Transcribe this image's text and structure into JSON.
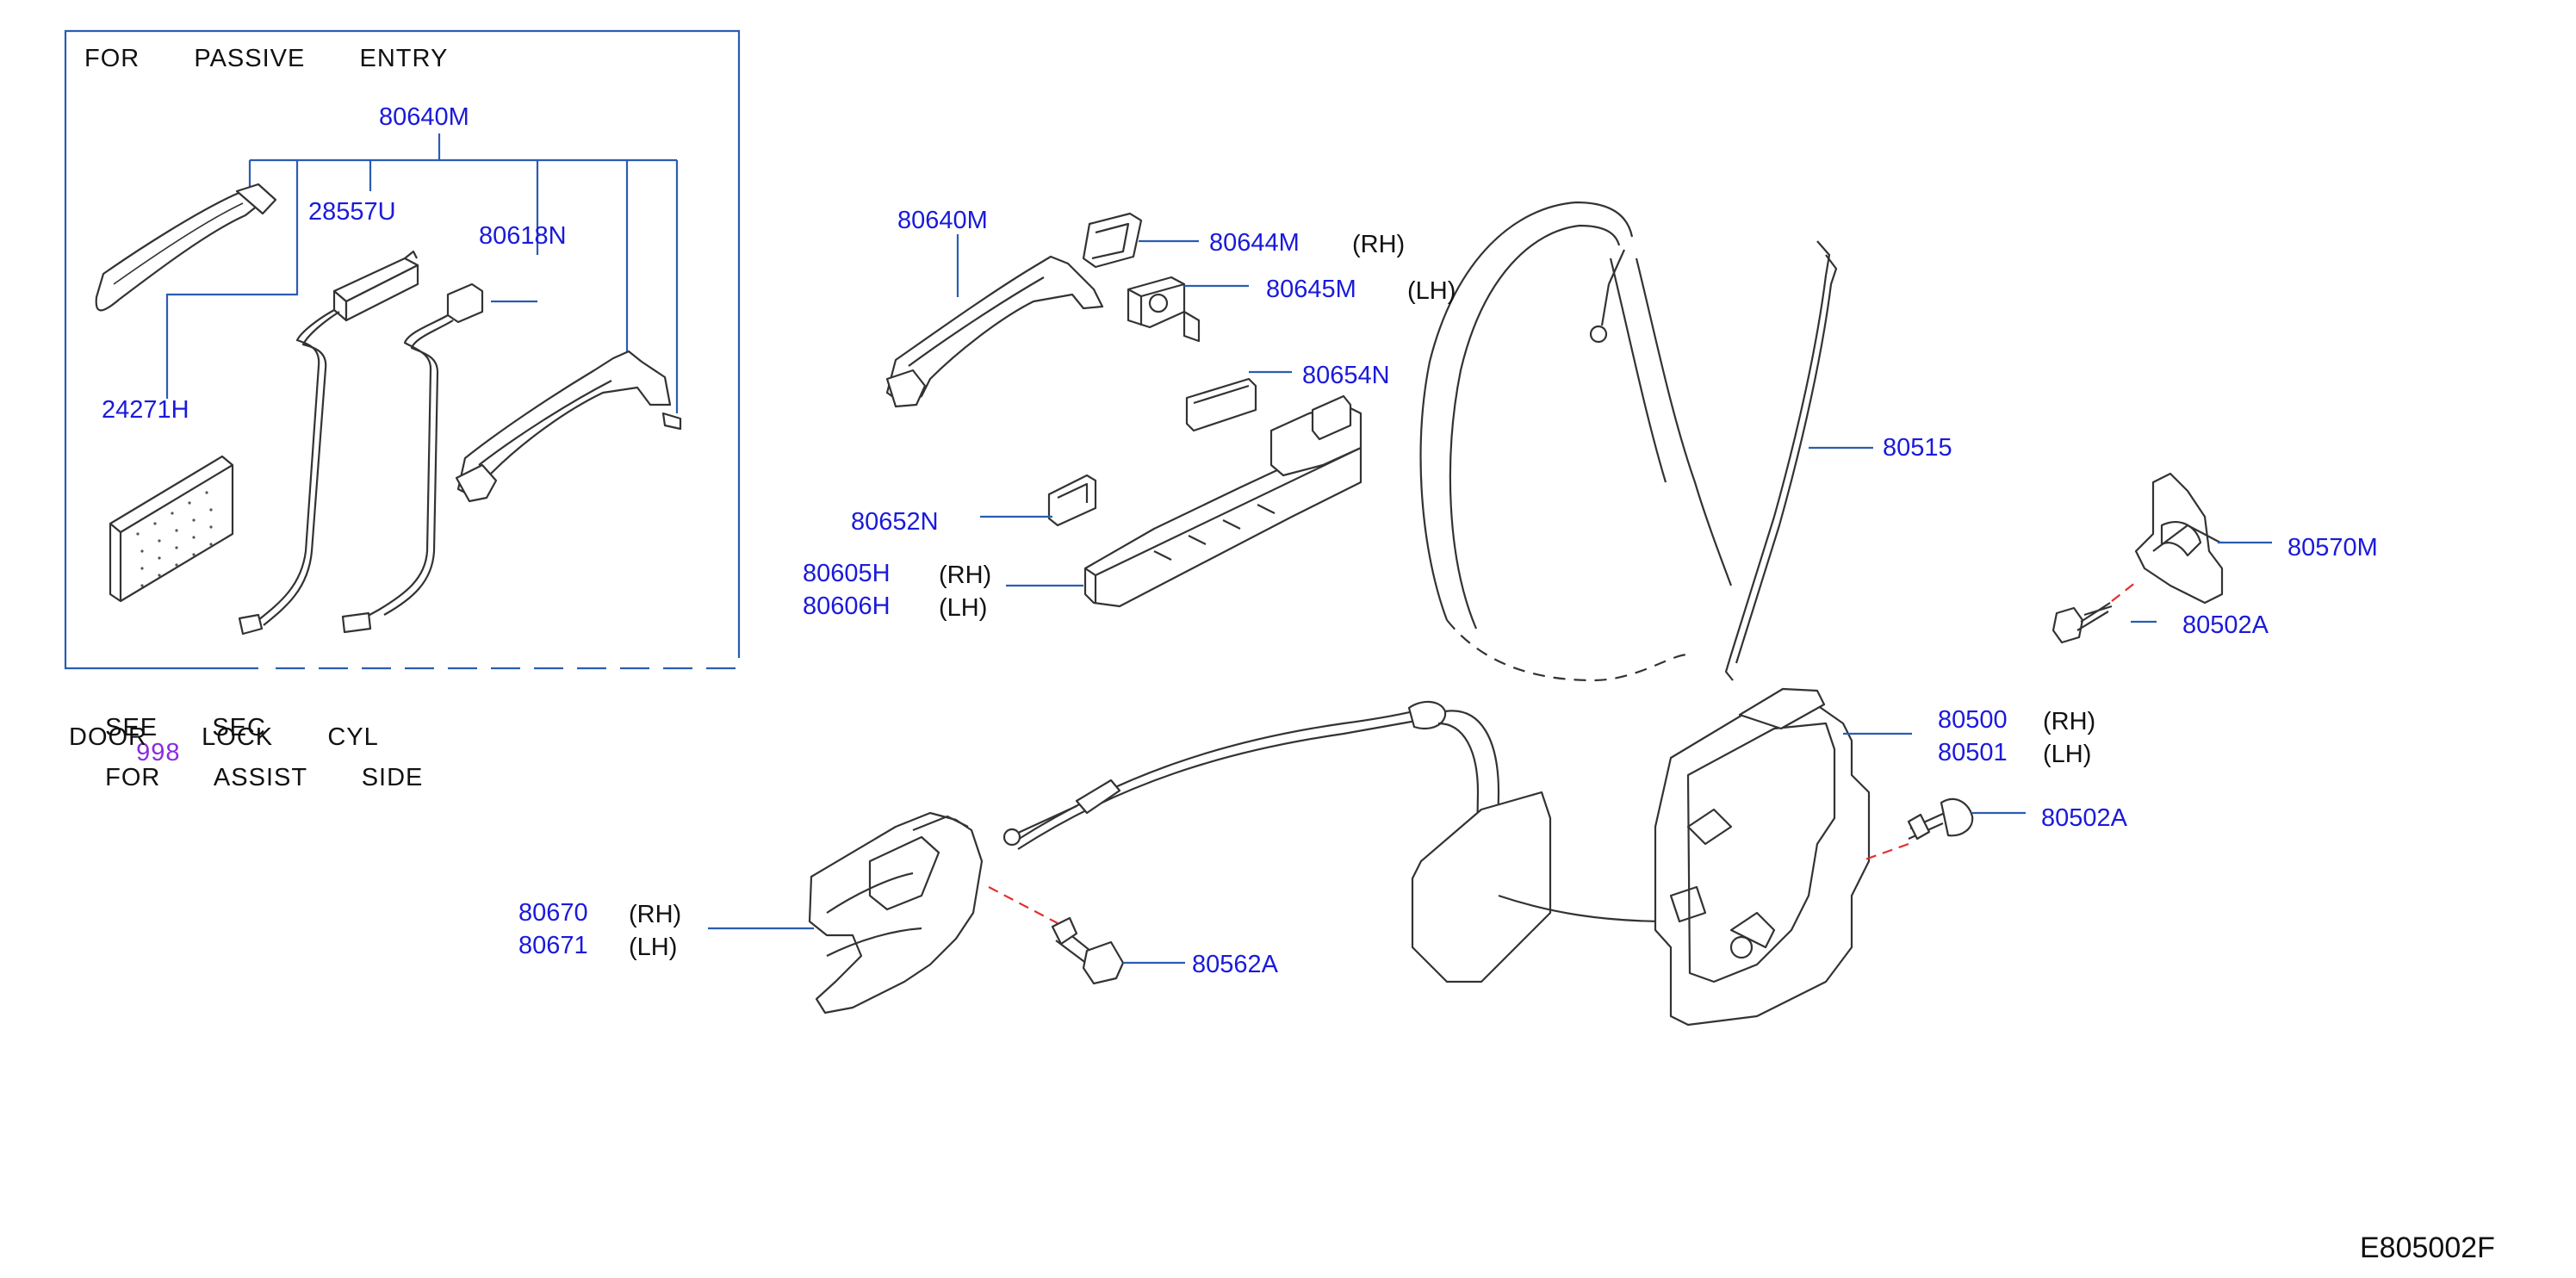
{
  "inset": {
    "title": "FOR   PASSIVE   ENTRY",
    "note_line1_pre": "SEE   SEC",
    "note_sec": "998",
    "note_line1_post": "FOR   ASSIST   SIDE",
    "note_line2": "DOOR   LOCK   CYL",
    "parts": [
      "80640M",
      "28557U",
      "80618N",
      "24271H"
    ]
  },
  "parts": {
    "p80640M": "80640M",
    "p80644M": "80644M",
    "p80645M": "80645M",
    "p80654N": "80654N",
    "p80652N": "80652N",
    "p80605H": "80605H",
    "p80606H": "80606H",
    "p80515": "80515",
    "p80570M": "80570M",
    "p80502A_top": "80502A",
    "p80500": "80500",
    "p80501": "80501",
    "p80502A": "80502A",
    "p80670": "80670",
    "p80671": "80671",
    "p80562A": "80562A"
  },
  "sides": {
    "rh": "(RH)",
    "lh": "(LH)"
  },
  "diagram_code": "E805002F",
  "colors": {
    "part_label": "#1a1adb",
    "leader": "#2a5db0",
    "section_link": "#8a2be2",
    "alignment": "#e03030"
  }
}
